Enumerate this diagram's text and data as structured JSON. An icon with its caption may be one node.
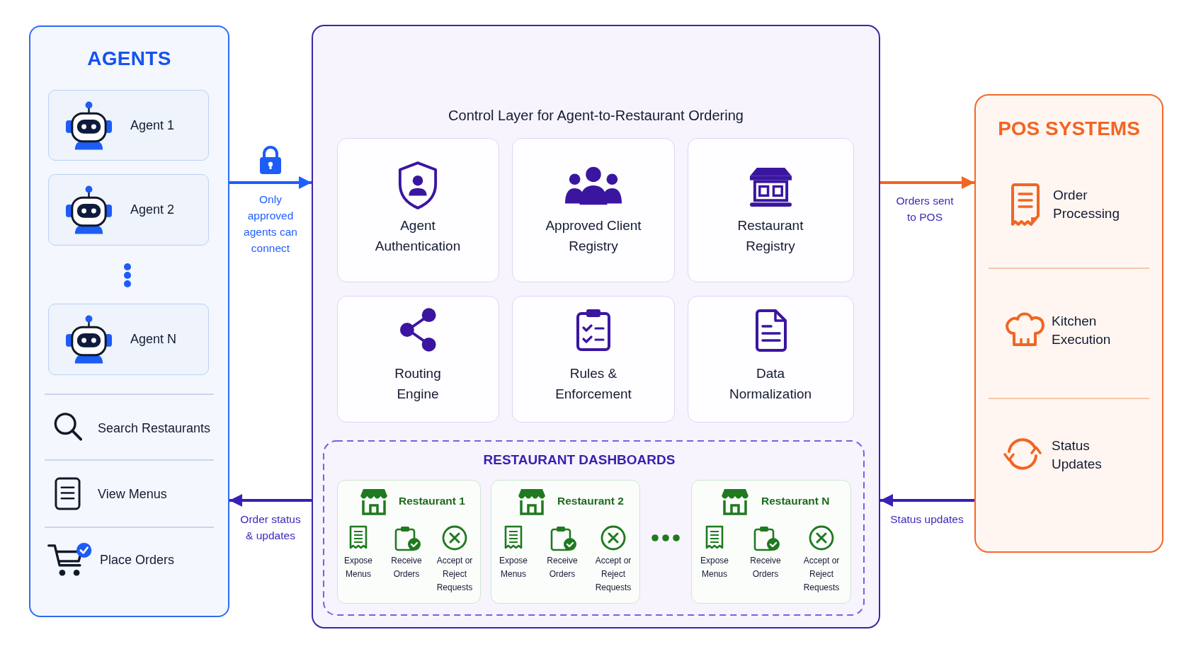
{
  "diagram": {
    "nodes": [
      {
        "text": [
          "AGENTS",
          "Search Restaurants",
          "View Menus",
          "Place Orders"
        ]
      },
      {
        "text": [
          "Agent 1"
        ],
        "in": 0
      },
      {
        "text": [
          "Agent 2"
        ],
        "in": 0
      },
      {
        "text": [
          "Agent N"
        ],
        "in": 0
      },
      {
        "text": [
          "Control Layer for Agent-to-Restaurant Ordering"
        ]
      },
      {
        "text": [
          "Agent Authentication"
        ],
        "in": 4
      },
      {
        "text": [
          "Approved Client Registry"
        ],
        "in": 4
      },
      {
        "text": [
          "Restaurant Registry"
        ],
        "in": 4
      },
      {
        "text": [
          "Routing Engine"
        ],
        "in": 4
      },
      {
        "text": [
          "Rules & Enforcement"
        ],
        "in": 4
      },
      {
        "text": [
          "Data Normalization"
        ],
        "in": 4
      },
      {
        "text": [
          "RESTAURANT DASHBOARDS"
        ],
        "in": 4
      },
      {
        "text": [
          "Restaurant 1",
          "Expose Menus",
          "Receive Orders",
          "Accept or Reject Requests"
        ],
        "in": 11
      },
      {
        "text": [
          "Restaurant 2",
          "Expose Menus",
          "Receive Orders",
          "Accept or Reject Requests"
        ],
        "in": 11
      },
      {
        "text": [
          "Restaurant N",
          "Expose Menus",
          "Receive Orders",
          "Accept or Reject Requests"
        ],
        "in": 11
      },
      {
        "text": [
          "POS SYSTEMS",
          "Order Processing",
          "Kitchen Execution",
          "Status Updates"
        ]
      }
    ],
    "edges": [
      {
        "from": 0,
        "to": 4,
        "arrow": "to",
        "label": "Only approved agents can connect",
        "color": "#1f5eff"
      },
      {
        "from": 4,
        "to": 15,
        "arrow": "to",
        "label": "Orders sent to POS",
        "color": "#f26522"
      },
      {
        "from": 4,
        "to": 0,
        "arrow": "to",
        "label": "Order status & updates",
        "color": "#3a1fb5"
      },
      {
        "from": 15,
        "to": 4,
        "arrow": "to",
        "label": "Status updates",
        "color": "#3a1fb5"
      }
    ]
  }
}
